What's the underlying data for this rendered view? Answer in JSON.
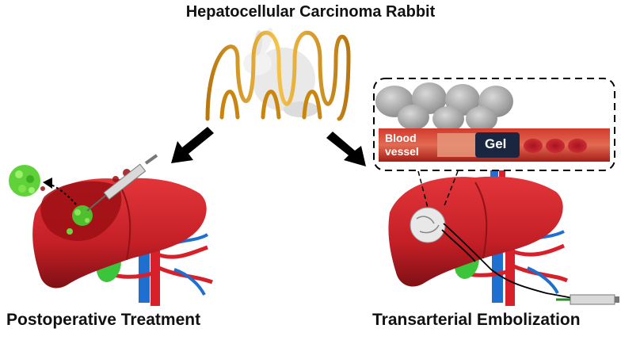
{
  "title": "Hepatocellular Carcinoma Rabbit",
  "left_panel": {
    "caption": "Postoperative Treatment"
  },
  "right_panel": {
    "caption": "Transarterial Embolization",
    "inset": {
      "vessel_label_line1": "Blood",
      "vessel_label_line2": "vessel",
      "gel_label": "Gel"
    }
  },
  "colors": {
    "liver": "#c41f26",
    "liver_shadow": "#8e1217",
    "artery": "#d8202a",
    "vein": "#1e6fd0",
    "gallbladder": "#3cc43c",
    "tumor_green": "#5fd23a",
    "coil": "#e0a020",
    "vessel_wall": "#b3261e",
    "gel": "#1a2540"
  }
}
